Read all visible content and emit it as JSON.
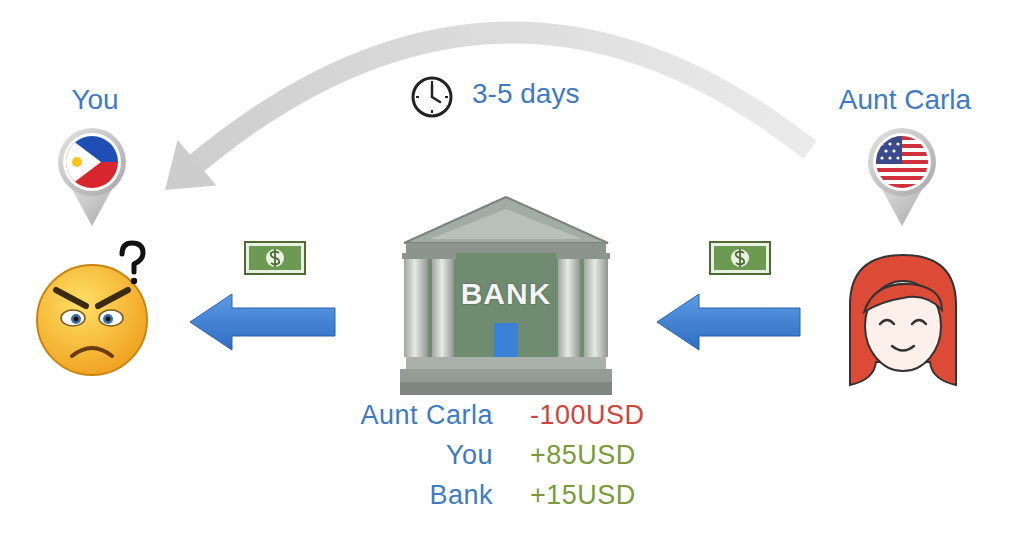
{
  "diagram": {
    "nodes": [
      {
        "text": [
          "You"
        ]
      },
      {
        "text": [
          "BANK"
        ]
      },
      {
        "text": [
          "Aunt Carla"
        ]
      }
    ],
    "edges": [
      {
        "from": 2,
        "to": 1,
        "arrow": "to"
      },
      {
        "from": 1,
        "to": 0,
        "arrow": "to"
      },
      {
        "from": 2,
        "to": 0,
        "label": "3-5 days",
        "arrow": "to"
      }
    ],
    "labels": [
      "Aunt Carla",
      "-100USD",
      "You",
      "+85USD",
      "Bank",
      "+15USD"
    ]
  }
}
